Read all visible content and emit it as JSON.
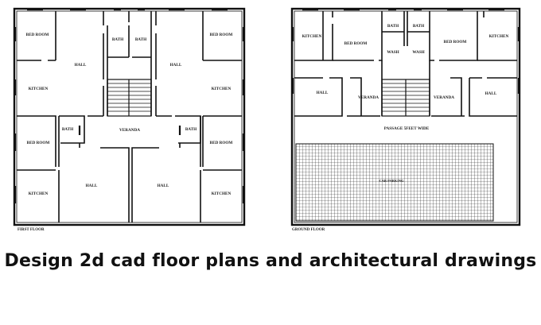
{
  "headline": "Design  2d cad floor plans and architectural drawings",
  "first_floor": {
    "title": "FIRST FLOOR",
    "labels": {
      "bed_room_tl": "BED ROOM",
      "bed_room_tr": "BED ROOM",
      "bath_tl": "BATH",
      "bath_tr": "BATH",
      "hall_tl": "HALL",
      "hall_tr": "HALL",
      "kitchen_l": "KITCHEN",
      "kitchen_r": "KITCHEN",
      "bath_ml": "BATH",
      "bath_mr": "BATH",
      "veranda": "VERANDA",
      "bed_room_ml": "BED ROOM",
      "bed_room_mr": "BED ROOM",
      "hall_bl": "HALL",
      "hall_br": "HALL",
      "kitchen_bl": "KITCHEN",
      "kitchen_br": "KITCHEN"
    }
  },
  "ground_floor": {
    "title": "GROUND FLOOR",
    "labels": {
      "kitchen_l": "KITCHEN",
      "bed_room_l": "BED ROOM",
      "bath_l": "BATH",
      "bath_r": "BATH",
      "wash_l": "WASH",
      "wash_r": "WASH",
      "bed_room_r": "BED ROOM",
      "kitchen_r": "KITCHEN",
      "hall_l": "HALL",
      "veranda_l": "VERANDA",
      "veranda_r": "VERANDA",
      "hall_r": "HALL",
      "passage": "PASSAGE 5FEET WIDE",
      "car_parking": "CAR PARKING"
    }
  }
}
